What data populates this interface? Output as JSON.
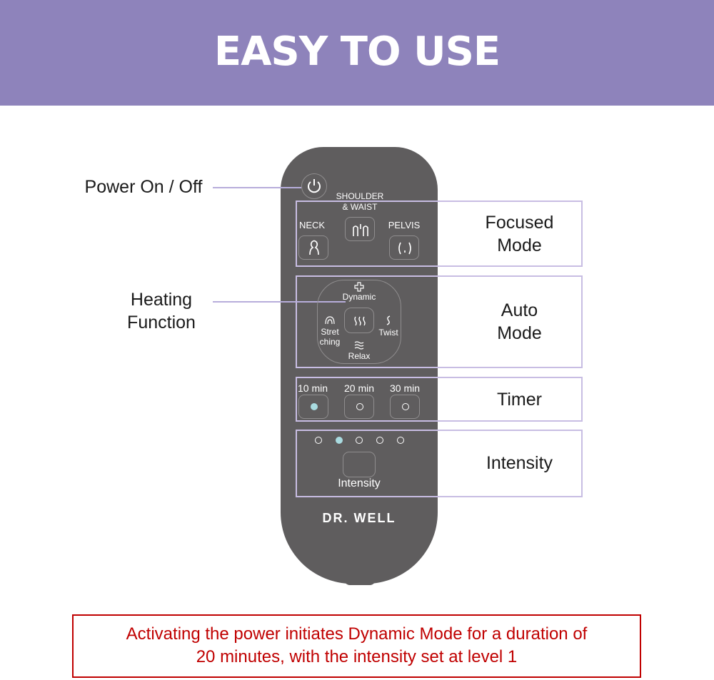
{
  "header": {
    "title": "EASY TO USE"
  },
  "callouts": {
    "power": "Power On / Off",
    "heating_line1": "Heating",
    "heating_line2": "Function"
  },
  "sections": {
    "focused_line1": "Focused",
    "focused_line2": "Mode",
    "auto_line1": "Auto",
    "auto_line2": "Mode",
    "timer": "Timer",
    "intensity": "Intensity"
  },
  "remote": {
    "shoulder_line1": "SHOULDER",
    "shoulder_line2": "& WAIST",
    "neck": "NECK",
    "pelvis": "PELVIS",
    "dynamic": "Dynamic",
    "stretching_line1": "Stret",
    "stretching_line2": "ching",
    "twist": "Twist",
    "relax": "Relax",
    "timer_options": [
      "10 min",
      "20 min",
      "30 min"
    ],
    "timer_selected": "10 min",
    "intensity_levels": 5,
    "intensity_current": 2,
    "intensity_label": "Intensity",
    "brand": "DR. WELL"
  },
  "note": {
    "line1": "Activating the power initiates Dynamic Mode for a duration of",
    "line2": "20 minutes, with the intensity set at level 1"
  },
  "colors": {
    "header_bg": "#8e83bb",
    "remote_body": "#5f5d5e",
    "section_border": "#c8bde3",
    "led_on": "#a9dbe0",
    "note_red": "#c00000"
  }
}
